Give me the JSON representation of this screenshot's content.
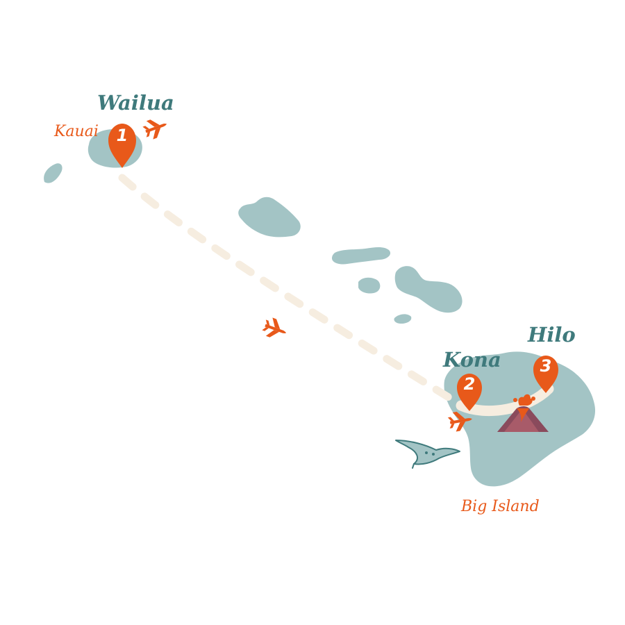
{
  "colors": {
    "island": "#a3c4c5",
    "route": "#f6ede0",
    "accent": "#e8591a",
    "city_label": "#3f7a7c"
  },
  "stops": [
    {
      "number": "1",
      "city": "Wailua",
      "island": "Kauai"
    },
    {
      "number": "2",
      "city": "Kona"
    },
    {
      "number": "3",
      "city": "Hilo"
    }
  ],
  "island_labels": {
    "big_island": "Big Island"
  },
  "icons": [
    "airplane-icon",
    "volcano-icon",
    "manta-ray-icon",
    "map-pin-icon"
  ]
}
